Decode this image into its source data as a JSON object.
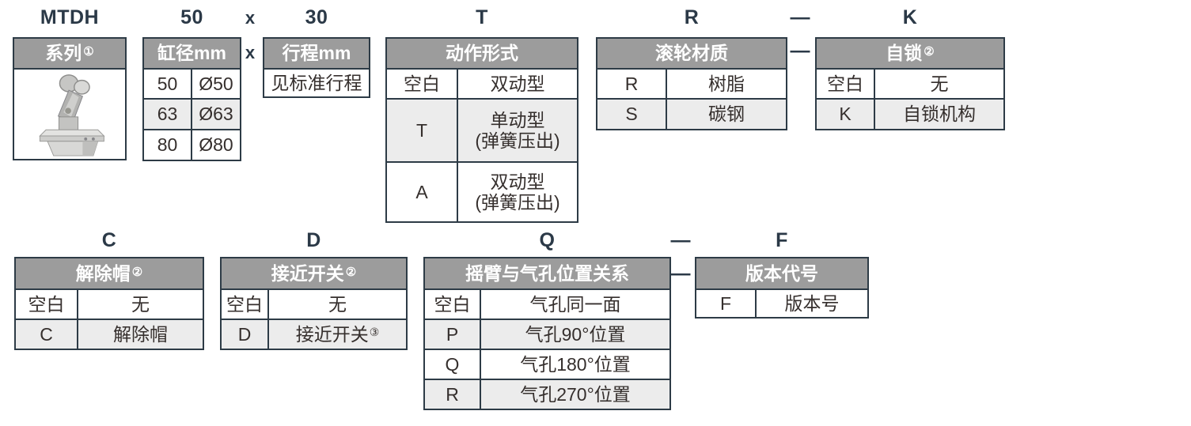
{
  "palette": {
    "header_bg": "#9c9c9c",
    "header_text": "#ffffff",
    "border": "#2d3b46",
    "shaded_row": "#ececec",
    "code_text": "#2b3947",
    "cell_text": "#352f2d"
  },
  "separators": {
    "multiply": "x",
    "dash": "—"
  },
  "sections": {
    "series": {
      "code": "MTDH",
      "header": "系列",
      "header_sup": "①",
      "image": "stop-cylinder-product-photo"
    },
    "bore": {
      "code": "50",
      "header": "缸径mm",
      "rows": [
        {
          "c": "50",
          "v": "Ø50"
        },
        {
          "c": "63",
          "v": "Ø63"
        },
        {
          "c": "80",
          "v": "Ø80"
        }
      ]
    },
    "stroke": {
      "code": "30",
      "header": "行程mm",
      "note": "见标准行程"
    },
    "action": {
      "code": "T",
      "header": "动作形式",
      "rows": [
        {
          "c": "空白",
          "v": "双动型"
        },
        {
          "c": "T",
          "v": "单动型",
          "v2": "(弹簧压出)"
        },
        {
          "c": "A",
          "v": "双动型",
          "v2": "(弹簧压出)"
        }
      ]
    },
    "roller": {
      "code": "R",
      "header": "滚轮材质",
      "rows": [
        {
          "c": "R",
          "v": "树脂"
        },
        {
          "c": "S",
          "v": "碳钢"
        }
      ]
    },
    "lock": {
      "code": "K",
      "header": "自锁",
      "header_sup": "②",
      "rows": [
        {
          "c": "空白",
          "v": "无"
        },
        {
          "c": "K",
          "v": "自锁机构"
        }
      ]
    },
    "cap": {
      "code": "C",
      "header": "解除帽",
      "header_sup": "②",
      "rows": [
        {
          "c": "空白",
          "v": "无"
        },
        {
          "c": "C",
          "v": "解除帽"
        }
      ]
    },
    "switch": {
      "code": "D",
      "header": "接近开关",
      "header_sup": "②",
      "rows": [
        {
          "c": "空白",
          "v": "无"
        },
        {
          "c": "D",
          "v": "接近开关",
          "sup": "③"
        }
      ]
    },
    "port": {
      "code": "Q",
      "header": "摇臂与气孔位置关系",
      "rows": [
        {
          "c": "空白",
          "v": "气孔同一面"
        },
        {
          "c": "P",
          "v": "气孔90°位置"
        },
        {
          "c": "Q",
          "v": "气孔180°位置"
        },
        {
          "c": "R",
          "v": "气孔270°位置"
        }
      ]
    },
    "version": {
      "code": "F",
      "header": "版本代号",
      "rows": [
        {
          "c": "F",
          "v": "版本号"
        }
      ]
    }
  }
}
